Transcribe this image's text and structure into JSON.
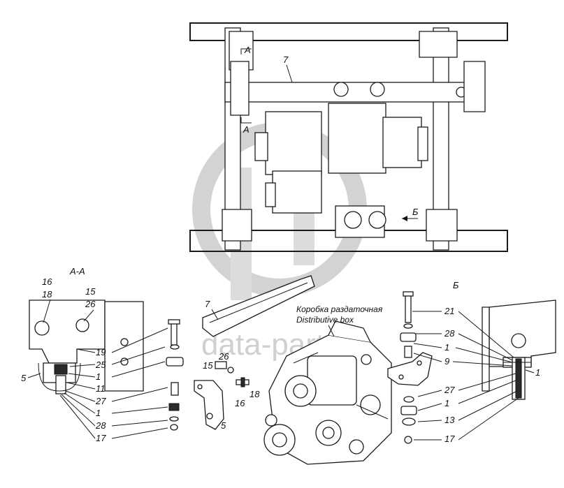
{
  "watermark": {
    "text": "data-parts",
    "color": "#d0d0d0"
  },
  "top_view": {
    "callout_7": "7",
    "section_mark_a_top": "A",
    "section_mark_a_bottom": "A",
    "view_mark_b": "Б"
  },
  "section_aa": {
    "title": "A-A",
    "labels": [
      "16",
      "18",
      "15",
      "26",
      "19",
      "25",
      "5",
      "1",
      "11",
      "27",
      "1",
      "28",
      "17"
    ]
  },
  "exploded": {
    "bracket_label": "7",
    "box_name_ru": "Коробка раздаточная",
    "box_name_en": "Distributive box",
    "labels": [
      "26",
      "15",
      "16",
      "18",
      "5"
    ]
  },
  "view_b": {
    "title": "Б",
    "labels": [
      "21",
      "28",
      "1",
      "9",
      "1",
      "27",
      "1",
      "13",
      "17"
    ]
  }
}
